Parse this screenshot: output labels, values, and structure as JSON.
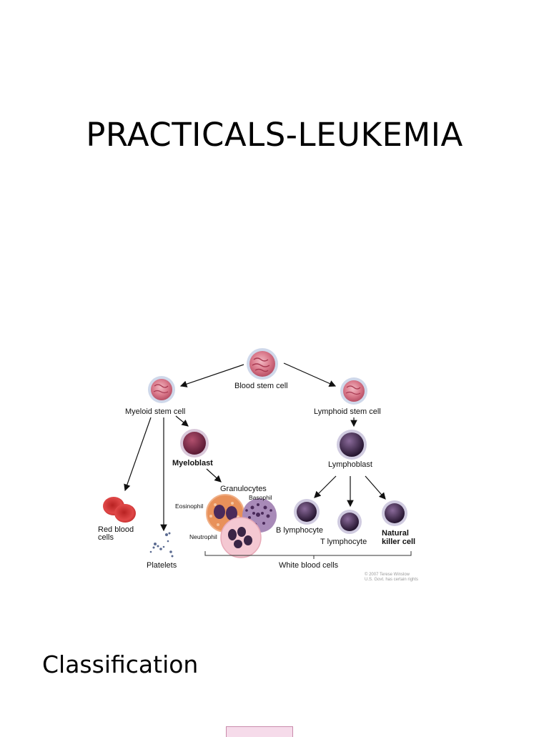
{
  "slide": {
    "title": "PRACTICALS-LEUKEMIA",
    "section_heading": "Classification"
  },
  "diagram": {
    "labels": {
      "blood_stem_cell": "Blood stem cell",
      "myeloid_stem_cell": "Myeloid stem cell",
      "lymphoid_stem_cell": "Lymphoid stem cell",
      "myeloblast": "Myeloblast",
      "lymphoblast": "Lymphoblast",
      "granulocytes": "Granulocytes",
      "eosinophil": "Eosinophil",
      "basophil": "Basophil",
      "neutrophil": "Neutrophil",
      "red_blood_cells_line1": "Red blood",
      "red_blood_cells_line2": "cells",
      "platelets": "Platelets",
      "b_lymphocyte": "B lymphocyte",
      "t_lymphocyte": "T lymphocyte",
      "natural_killer_line1": "Natural",
      "natural_killer_line2": "killer cell",
      "white_blood_cells": "White blood cells"
    },
    "copyright_line1": "© 2007 Terese Winslow",
    "copyright_line2": "U.S. Govt. has certain rights",
    "colors": {
      "stem_cell": "#d9788a",
      "myeloblast": "#7a2a45",
      "lymphocyte": "#3a2545",
      "red_cell": "#d23a3a",
      "eosinophil": "#e8915a",
      "basophil": "#8a6a9a",
      "neutrophil": "#f4c8d2"
    }
  }
}
